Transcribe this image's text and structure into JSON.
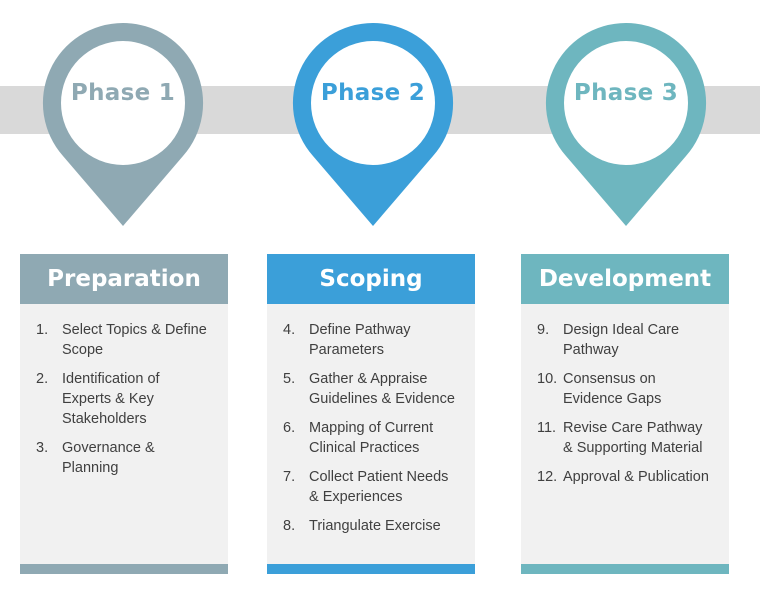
{
  "colors": {
    "phase1": "#8fa9b3",
    "phase2": "#3b9fd9",
    "phase3": "#6eb6bf",
    "band": "#d9d9d9",
    "card": "#f1f1f1",
    "text": "#404040"
  },
  "phases": [
    {
      "pin_label": "Phase 1",
      "title": "Preparation",
      "items": [
        {
          "num": "1.",
          "text": "Select Topics & Define Scope"
        },
        {
          "num": "2.",
          "text": "Identification of Experts & Key Stakeholders"
        },
        {
          "num": "3.",
          "text": "Governance & Planning"
        }
      ]
    },
    {
      "pin_label": "Phase 2",
      "title": "Scoping",
      "items": [
        {
          "num": "4.",
          "text": "Define Pathway Parameters"
        },
        {
          "num": "5.",
          "text": "Gather & Appraise Guidelines & Evidence"
        },
        {
          "num": "6.",
          "text": "Mapping of Current Clinical Practices"
        },
        {
          "num": "7.",
          "text": "Collect Patient Needs & Experiences"
        },
        {
          "num": "8.",
          "text": "Triangulate Exercise"
        }
      ]
    },
    {
      "pin_label": "Phase 3",
      "title": "Development",
      "items": [
        {
          "num": "9.",
          "text": "Design Ideal Care Pathway"
        },
        {
          "num": "10.",
          "text": "Consensus on Evidence Gaps"
        },
        {
          "num": "11.",
          "text": "Revise Care Pathway & Supporting Material"
        },
        {
          "num": "12.",
          "text": "Approval & Publication"
        }
      ]
    }
  ]
}
